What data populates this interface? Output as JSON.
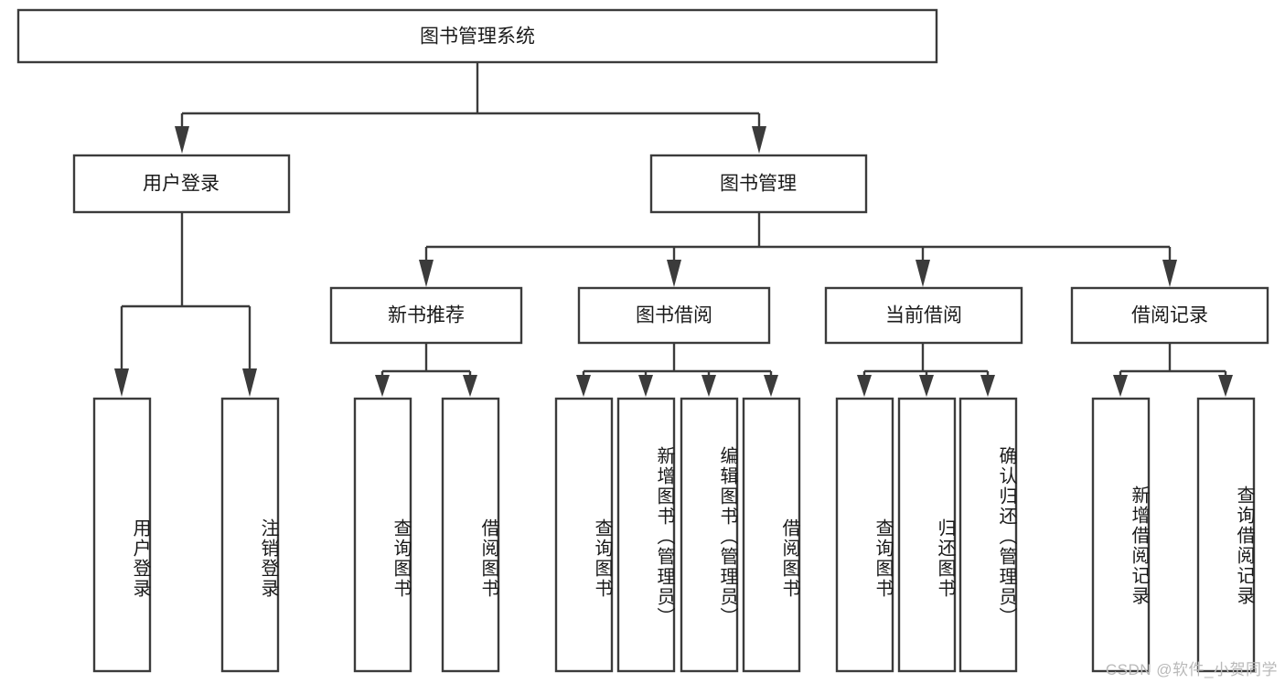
{
  "diagram": {
    "title": "图书管理系统",
    "type": "tree-hierarchy",
    "watermark": "CSDN @软件_小贺同学",
    "colors": {
      "stroke": "#3b3b3b",
      "fill": "#ffffff",
      "text": "#1a1a1a",
      "watermark": "#b9b9b9",
      "background": "#ffffff"
    },
    "root": {
      "label": "图书管理系统"
    },
    "level2": [
      {
        "label": "用户登录"
      },
      {
        "label": "图书管理"
      }
    ],
    "level3": [
      {
        "label": "新书推荐"
      },
      {
        "label": "图书借阅"
      },
      {
        "label": "当前借阅"
      },
      {
        "label": "借阅记录"
      }
    ],
    "leaves": {
      "user_login": [
        {
          "label": "用户登录"
        },
        {
          "label": "注销登录"
        }
      ],
      "new_book_recommend": [
        {
          "label": "查询图书"
        },
        {
          "label": "借阅图书"
        }
      ],
      "book_borrow": [
        {
          "label": "查询图书"
        },
        {
          "label": "新增图书（管理员）"
        },
        {
          "label": "编辑图书（管理员）"
        },
        {
          "label": "借阅图书"
        }
      ],
      "current_borrow": [
        {
          "label": "查询图书"
        },
        {
          "label": "归还图书"
        },
        {
          "label": "确认归还（管理员）"
        }
      ],
      "borrow_record": [
        {
          "label": "新增借阅记录"
        },
        {
          "label": "查询借阅记录"
        }
      ]
    }
  }
}
